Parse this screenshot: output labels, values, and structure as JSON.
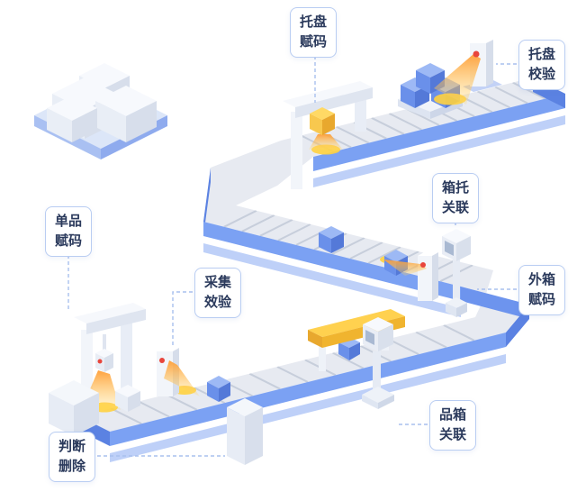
{
  "callouts": [
    {
      "id": "pallet-coding",
      "text": "托盘\n赋码"
    },
    {
      "id": "pallet-verify",
      "text": "托盘\n校验"
    },
    {
      "id": "box-pallet-assoc",
      "text": "箱托\n关联"
    },
    {
      "id": "outer-box-coding",
      "text": "外箱\n赋码"
    },
    {
      "id": "collection-verify",
      "text": "采集\n效验"
    },
    {
      "id": "item-coding",
      "text": "单品\n赋码"
    },
    {
      "id": "judge-delete",
      "text": "判断\n删除"
    },
    {
      "id": "item-box-assoc",
      "text": "品箱\n关联"
    }
  ],
  "colors": {
    "accent_blue": "#6a90ea",
    "belt_surface": "#e7eaf1",
    "belt_front_blue": "#7ba1f3",
    "platform_blue": "#bed0f8",
    "highlight_yellow": "#f7c64b",
    "scanner_light_orange": "#ff9d35",
    "indicator_red": "#e8453c",
    "label_border": "#b9cdf2",
    "label_text": "#2b3a5c"
  }
}
